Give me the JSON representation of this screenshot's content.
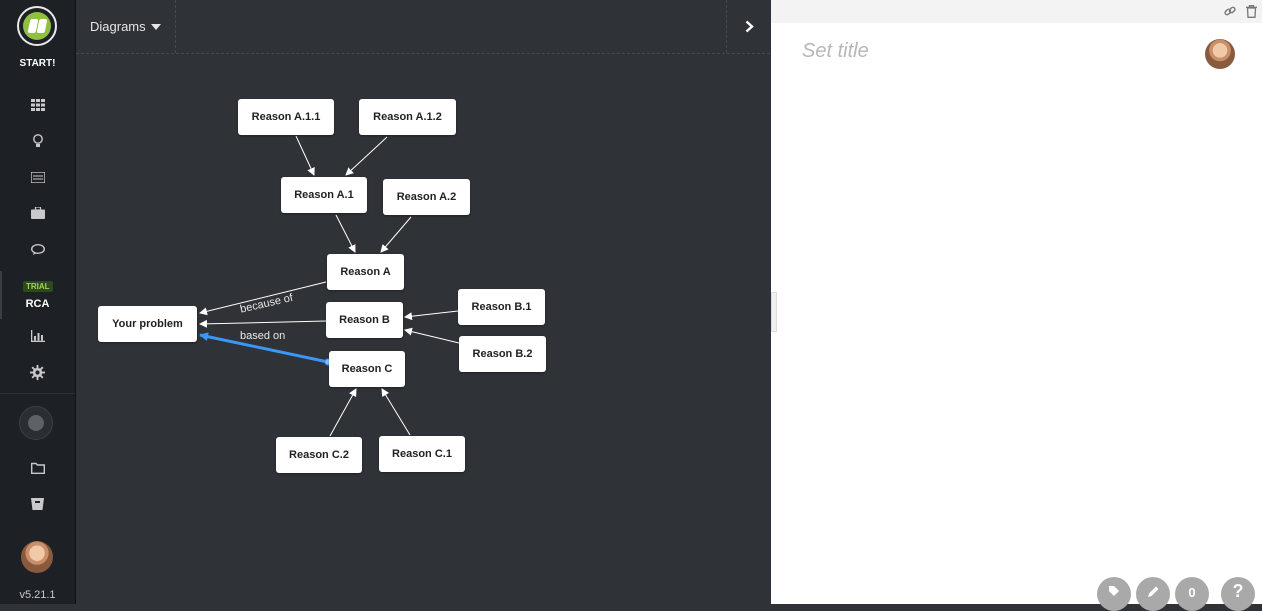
{
  "nav": {
    "start_label": "START!",
    "trial_badge": "TRIAL",
    "current_module": "RCA",
    "version": "v5.21.1",
    "icons": [
      "grid-icon",
      "lightbulb-icon",
      "list-icon",
      "briefcase-icon",
      "chat-icon",
      "chart-icon",
      "gear-icon",
      "folder-icon",
      "archive-icon"
    ]
  },
  "toolbar": {
    "diagrams_label": "Diagrams"
  },
  "diagram": {
    "nodes": {
      "problem": "Your problem",
      "a": "Reason A",
      "b": "Reason B",
      "c": "Reason C",
      "a1": "Reason A.1",
      "a2": "Reason A.2",
      "a11": "Reason A.1.1",
      "a12": "Reason A.1.2",
      "b1": "Reason B.1",
      "b2": "Reason B.2",
      "c1": "Reason C.1",
      "c2": "Reason C.2"
    },
    "edge_labels": {
      "because_of": "because of",
      "based_on": "based on"
    },
    "highlight_color": "#3b97f5"
  },
  "panel": {
    "title_placeholder": "Set title",
    "counter": "0",
    "help": "?"
  }
}
